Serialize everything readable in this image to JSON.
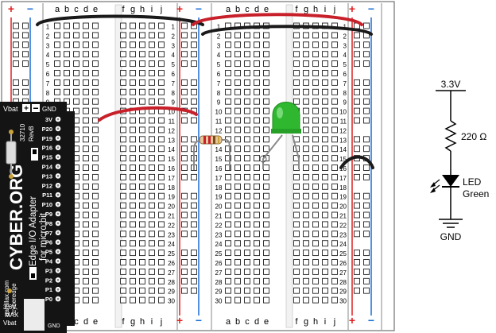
{
  "breadboard": {
    "column_letters_left": [
      "a",
      "b",
      "c",
      "d",
      "e"
    ],
    "column_letters_right": [
      "f",
      "g",
      "h",
      "i",
      "j"
    ],
    "rows": 30,
    "rail_plus": "+",
    "rail_minus": "−"
  },
  "adapter": {
    "vbat_label": "Vbat",
    "gnd_label": "GND",
    "brand": "CYBER.ORG",
    "title_line1": "Edge I/O Adapter",
    "title_line2": "for micro:bit",
    "part_number": "32710",
    "revision": "RevB",
    "website": "parallax.com",
    "website_path": "/cyberedge",
    "max_note": "3.6V",
    "max_label": "MAX",
    "vbat_bottom": "Vbat",
    "pins": [
      "3V",
      "P20",
      "P19",
      "P16",
      "P15",
      "P14",
      "P13",
      "P12",
      "P11",
      "P10",
      "P9",
      "P8",
      "P7",
      "P6",
      "P5",
      "P4",
      "P3",
      "P2",
      "P1",
      "P0",
      "GND"
    ]
  },
  "schematic": {
    "supply_label": "3.3V",
    "resistor_label": "220 Ω",
    "led_label": "LED",
    "led_color_label": "Green",
    "ground_label": "GND"
  },
  "colors": {
    "wire_black": "#1a1a1a",
    "wire_red": "#c8202a",
    "rail_red": "#e02020",
    "rail_blue": "#1a6fd6",
    "led_green": "#2fb82f",
    "adapter_body": "#141414"
  }
}
